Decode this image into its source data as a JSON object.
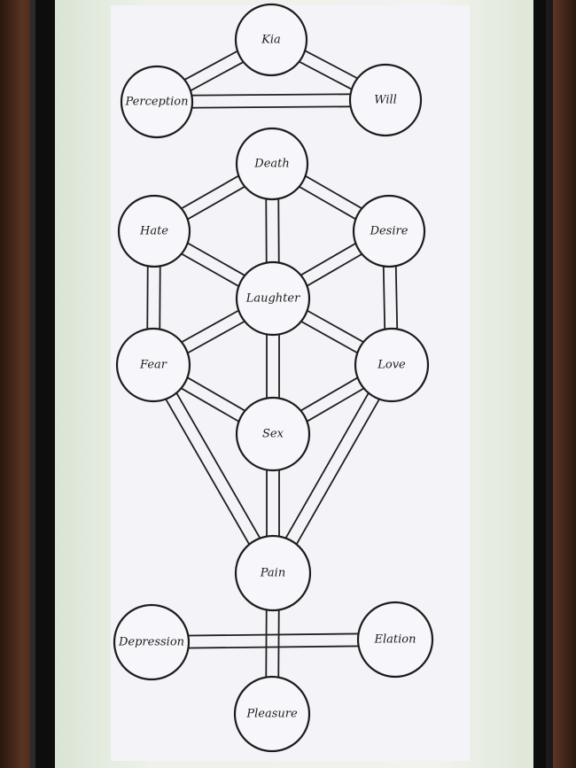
{
  "diagram": {
    "nodes": [
      {
        "id": "kia",
        "label": "Kia"
      },
      {
        "id": "perception",
        "label": "Perception"
      },
      {
        "id": "will",
        "label": "Will"
      },
      {
        "id": "death",
        "label": "Death"
      },
      {
        "id": "hate",
        "label": "Hate"
      },
      {
        "id": "desire",
        "label": "Desire"
      },
      {
        "id": "laughter",
        "label": "Laughter"
      },
      {
        "id": "fear",
        "label": "Fear"
      },
      {
        "id": "love",
        "label": "Love"
      },
      {
        "id": "sex",
        "label": "Sex"
      },
      {
        "id": "pain",
        "label": "Pain"
      },
      {
        "id": "depression",
        "label": "Depression"
      },
      {
        "id": "elation",
        "label": "Elation"
      },
      {
        "id": "pleasure",
        "label": "Pleasure"
      }
    ],
    "edges": [
      [
        "kia",
        "perception"
      ],
      [
        "kia",
        "will"
      ],
      [
        "perception",
        "will"
      ],
      [
        "death",
        "hate"
      ],
      [
        "death",
        "desire"
      ],
      [
        "death",
        "laughter"
      ],
      [
        "hate",
        "laughter"
      ],
      [
        "desire",
        "laughter"
      ],
      [
        "hate",
        "fear"
      ],
      [
        "desire",
        "love"
      ],
      [
        "laughter",
        "fear"
      ],
      [
        "laughter",
        "love"
      ],
      [
        "laughter",
        "sex"
      ],
      [
        "fear",
        "sex"
      ],
      [
        "love",
        "sex"
      ],
      [
        "fear",
        "pain"
      ],
      [
        "love",
        "pain"
      ],
      [
        "sex",
        "pain"
      ],
      [
        "pain",
        "pleasure"
      ],
      [
        "depression",
        "elation"
      ]
    ],
    "colors": {
      "ink": "#1c1c1c",
      "paper": "#f4f3f8"
    }
  }
}
